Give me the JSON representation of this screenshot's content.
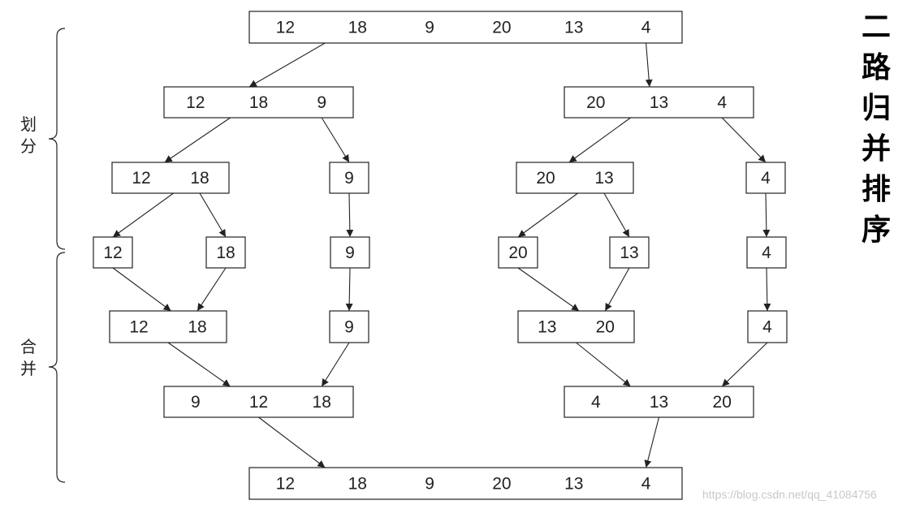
{
  "title": "二路归并排序",
  "phases": {
    "split": "划分",
    "merge": "合并"
  },
  "watermark": "https://blog.csdn.net/qq_41084756",
  "levels": [
    [
      [
        "12",
        "18",
        "9",
        "20",
        "13",
        "4"
      ]
    ],
    [
      [
        "12",
        "18",
        "9"
      ],
      [
        "20",
        "13",
        "4"
      ]
    ],
    [
      [
        "12",
        "18"
      ],
      [
        "9"
      ],
      [
        "20",
        "13"
      ],
      [
        "4"
      ]
    ],
    [
      [
        "12"
      ],
      [
        "18"
      ],
      [
        "9"
      ],
      [
        "20"
      ],
      [
        "13"
      ],
      [
        "4"
      ]
    ],
    [
      [
        "12",
        "18"
      ],
      [
        "9"
      ],
      [
        "13",
        "20"
      ],
      [
        "4"
      ]
    ],
    [
      [
        "9",
        "12",
        "18"
      ],
      [
        "4",
        "13",
        "20"
      ]
    ],
    [
      [
        "12",
        "18",
        "9",
        "20",
        "13",
        "4"
      ]
    ]
  ],
  "links": [
    [
      0,
      0,
      1,
      0
    ],
    [
      0,
      0,
      1,
      1
    ],
    [
      1,
      0,
      2,
      0
    ],
    [
      1,
      0,
      2,
      1
    ],
    [
      1,
      1,
      2,
      2
    ],
    [
      1,
      1,
      2,
      3
    ],
    [
      2,
      0,
      3,
      0
    ],
    [
      2,
      0,
      3,
      1
    ],
    [
      2,
      1,
      3,
      2
    ],
    [
      2,
      2,
      3,
      3
    ],
    [
      2,
      2,
      3,
      4
    ],
    [
      2,
      3,
      3,
      5
    ],
    [
      3,
      0,
      4,
      0
    ],
    [
      3,
      1,
      4,
      0
    ],
    [
      3,
      2,
      4,
      1
    ],
    [
      3,
      3,
      4,
      2
    ],
    [
      3,
      4,
      4,
      2
    ],
    [
      3,
      5,
      4,
      3
    ],
    [
      4,
      0,
      5,
      0
    ],
    [
      4,
      1,
      5,
      0
    ],
    [
      4,
      2,
      5,
      1
    ],
    [
      4,
      3,
      5,
      1
    ],
    [
      5,
      0,
      6,
      0
    ],
    [
      5,
      1,
      6,
      0
    ]
  ]
}
